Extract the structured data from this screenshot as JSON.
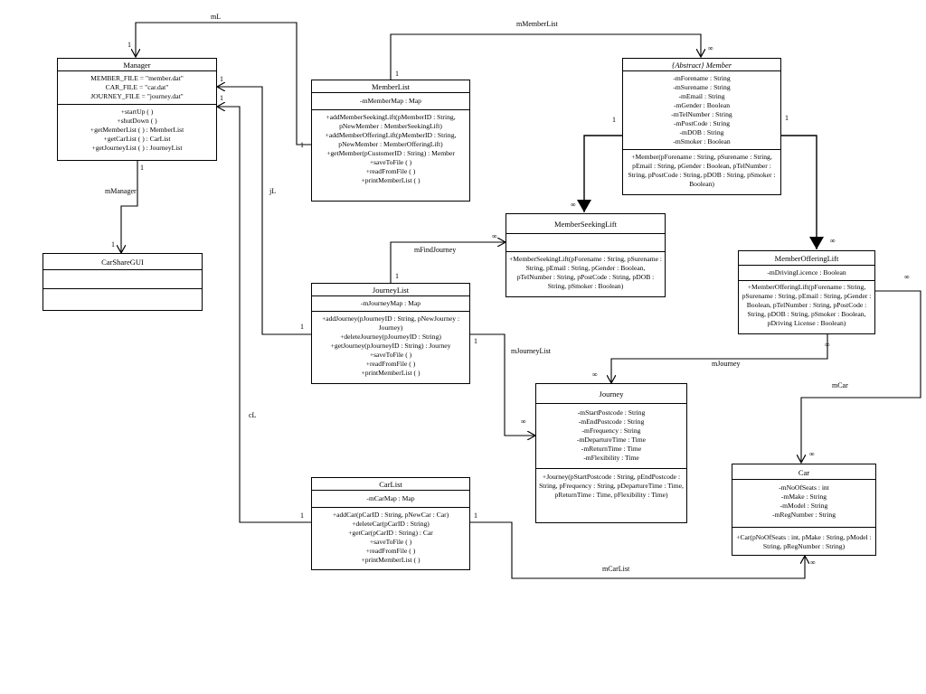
{
  "classes": {
    "manager": {
      "name": "Manager",
      "attributes": [
        "MEMBER_FILE = \"member.dat\"",
        "CAR_FILE = \"car.dat\"",
        "JOURNEY_FILE = \"journey.dat\""
      ],
      "methods": [
        "+startUp ( )",
        "+shutDown ( )",
        "+getMemberList ( ) : MemberList",
        "+getCarList ( ) : CarList",
        "+getJourneyList ( ) : JourneyList"
      ]
    },
    "carsharegui": {
      "name": "CarShareGUI",
      "attributes": [],
      "methods": []
    },
    "memberlist": {
      "name": "MemberList",
      "attributes": [
        "-mMemberMap : Map"
      ],
      "methods": [
        "+addMemberSeekingLift(pMemberID : String, pNewMember : MemberSeekingLift)",
        "+addMemberOfferingLift(pMemberID : String, pNewMember : MemberOfferingLift)",
        "+getMember(pCustomerID : String) : Member",
        "+saveToFile ( )",
        "+readFromFile ( )",
        "+printMemberList ( )"
      ]
    },
    "member": {
      "name": "{Abstract} Member",
      "attributes": [
        "-mForename : String",
        "-mSurename : String",
        "-mEmail : String",
        "-mGender : Boolean",
        "-mTelNumber : String",
        "-mPostCode : String",
        "-mDOB : String",
        "-mSmoker : Boolean"
      ],
      "methods": [
        "+Member(pForename : String, pSurename : String, pEmail : String, pGender : Boolean, pTelNumber : String, pPostCode : String, pDOB : String, pSmoker : Boolean)"
      ]
    },
    "memberseekinglift": {
      "name": "MemberSeekingLift",
      "attributes": [],
      "methods": [
        "+MemberSeekingLift(pForename : String, pSurename : String, pEmail : String, pGender : Boolean, pTelNumber : String, pPostCode : String, pDOB : String, pSmoker : Boolean)"
      ]
    },
    "memberofferinglift": {
      "name": "MemberOfferingLift",
      "attributes": [
        "-mDrivingLicence : Boolean"
      ],
      "methods": [
        "+MemberOfferingLift(pForename : String, pSurename : String, pEmail : String, pGender : Boolean, pTelNumber : String, pPostCode : String, pDOB : String, pSmoker : Boolean, pDriving License : Boolean)"
      ]
    },
    "journeylist": {
      "name": "JourneyList",
      "attributes": [
        "-mJourneyMap : Map"
      ],
      "methods": [
        "+addJourney(pJourneyID : String, pNewJourney : Journey)",
        "+deleteJourney(pJourneyID : String)",
        "+getJourney(pJourneyID : String) : Journey",
        "+saveToFile ( )",
        "+readFromFile ( )",
        "+printMemberList ( )"
      ]
    },
    "journey": {
      "name": "Journey",
      "attributes": [
        "-mStartPostcode : String",
        "-mEndPostcode : String",
        "-mFrequency : String",
        "-mDepartureTime : Time",
        "-mReturnTime : Time",
        "-mFlexibility : Time"
      ],
      "methods": [
        "+Journey(pStartPostcode : String, pEndPostcode : String, pFrequency : String, pDepartureTime : Time, pReturnTime : Time, pFlexibility : Time)"
      ]
    },
    "carlist": {
      "name": "CarList",
      "attributes": [
        "-mCarMap : Map"
      ],
      "methods": [
        "+addCar(pCarID : String, pNewCar : Car)",
        "+deleteCar(pCarID : String)",
        "+getCar(pCarID : String) : Car",
        "+saveToFile ( )",
        "+readFromFile ( )",
        "+printMemberList ( )"
      ]
    },
    "car": {
      "name": "Car",
      "attributes": [
        "-mNoOfSeats : int",
        "-mMake : String",
        "-mModel : String",
        "-mRegNumber : String"
      ],
      "methods": [
        "+Car(pNoOfSeats : int, pMake : String, pModel : String, pRegNumber : String)"
      ]
    }
  },
  "labels": {
    "mL": "mL",
    "mMemberList": "mMemberList",
    "mManager": "mManager",
    "jL": "jL",
    "cL": "cL",
    "mFindJourney": "mFindJourney",
    "mJourneyList": "mJourneyList",
    "mJourney": "mJourney",
    "mCar": "mCar",
    "mCarList": "mCarList",
    "one": "1",
    "many": "∞"
  }
}
